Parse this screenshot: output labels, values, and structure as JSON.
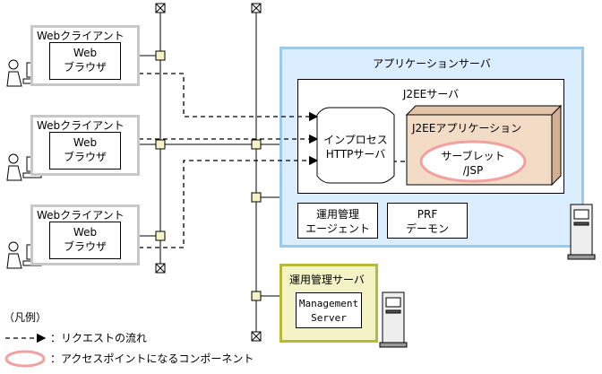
{
  "clients": [
    {
      "title": "Webクライアント",
      "browser_line1": "Web",
      "browser_line2": "ブラウザ"
    },
    {
      "title": "Webクライアント",
      "browser_line1": "Web",
      "browser_line2": "ブラウザ"
    },
    {
      "title": "Webクライアント",
      "browser_line1": "Web",
      "browser_line2": "ブラウザ"
    }
  ],
  "app_server": {
    "title": "アプリケーションサーバ",
    "j2ee_server": "J2EEサーバ",
    "inprocess_line1": "インプロセス",
    "inprocess_line2": "HTTPサーバ",
    "j2ee_app": "J2EEアプリケーション",
    "servlet_line1": "サーブレット",
    "servlet_line2": "/JSP",
    "agent_line1": "運用管理",
    "agent_line2": "エージェント",
    "prf_line1": "PRF",
    "prf_line2": "デーモン"
  },
  "mgmt_server": {
    "title": "運用管理サーバ",
    "inner_line1": "Management",
    "inner_line2": "Server"
  },
  "legend": {
    "title": "（凡例）",
    "request_flow": "：リクエストの流れ",
    "access_point": "：アクセスポイントになるコンポーネント"
  },
  "colors": {
    "app_server_fill": "#dbeeff",
    "app_server_border": "#9cc9ee",
    "j2ee_app_fill": "#f3dcc6",
    "mgmt_fill": "#f4f3c6",
    "mgmt_border": "#b8b83a",
    "access_point_ellipse": "#f2a0a0",
    "connector_fill": "#f4f3c6"
  }
}
